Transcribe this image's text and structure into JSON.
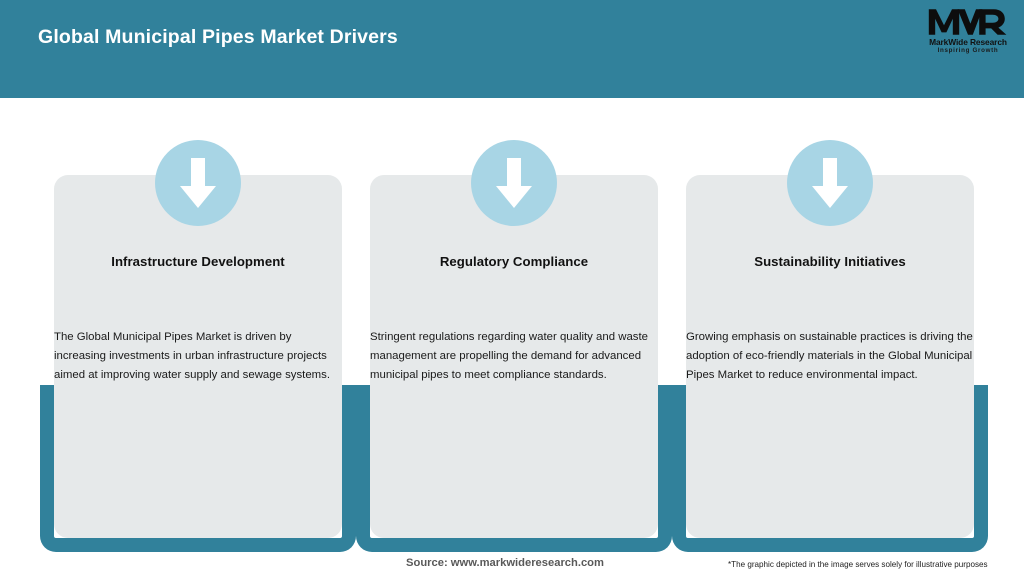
{
  "header": {
    "title": "Global Municipal Pipes Market Drivers",
    "background_color": "#31819B",
    "title_color": "#FFFFFF"
  },
  "logo": {
    "monogram": "MWR",
    "name": "MarkWide Research",
    "tagline": "Inspiring Growth"
  },
  "theme": {
    "accent_teal": "#31819B",
    "icon_circle_blue": "#A8D5E5",
    "card_background": "#E6E9EA",
    "arrow_color": "#FFFFFF",
    "page_background": "#FFFFFF"
  },
  "cards": [
    {
      "icon": "arrow-down-icon",
      "title": "Infrastructure Development",
      "body": "The Global Municipal Pipes Market is driven by increasing investments in urban infrastructure projects aimed at improving water supply and sewage systems."
    },
    {
      "icon": "arrow-down-icon",
      "title": "Regulatory Compliance",
      "body": "Stringent regulations regarding water quality and waste management are propelling the demand for advanced municipal pipes to meet compliance standards."
    },
    {
      "icon": "arrow-down-icon",
      "title": "Sustainability Initiatives",
      "body": "Growing emphasis on sustainable practices is driving the adoption of eco-friendly materials in the Global Municipal Pipes Market to reduce environmental impact."
    }
  ],
  "footer": {
    "source": "Source: www.markwideresearch.com",
    "disclaimer": "*The graphic depicted in the image serves solely for illustrative purposes"
  }
}
